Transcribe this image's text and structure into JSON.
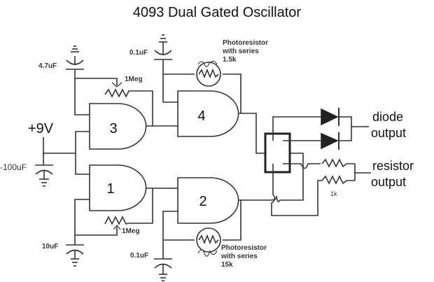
{
  "title": "4093 Dual Gated Oscillator",
  "supply": {
    "label": "+9V",
    "cap_label": "-100uF"
  },
  "gates": [
    {
      "id": "3",
      "label": "3"
    },
    {
      "id": "4",
      "label": "4"
    },
    {
      "id": "1",
      "label": "1"
    },
    {
      "id": "2",
      "label": "2"
    }
  ],
  "components": {
    "cap_gate3": "4.7uF",
    "pot_gate3": "1Meg",
    "cap_gate4": "0.1uF",
    "photo_gate4": [
      "Photoresistor",
      "with series",
      "1.5k"
    ],
    "cap_gate1": "10uF",
    "pot_gate1": "1Meg",
    "cap_gate2": "0.1uF",
    "photo_gate2": [
      "Photoresistor",
      "with series",
      "15k"
    ],
    "resistor_out": "1k"
  },
  "outputs": {
    "diode": [
      "diode",
      "output"
    ],
    "resistor": [
      "resistor",
      "output"
    ]
  }
}
